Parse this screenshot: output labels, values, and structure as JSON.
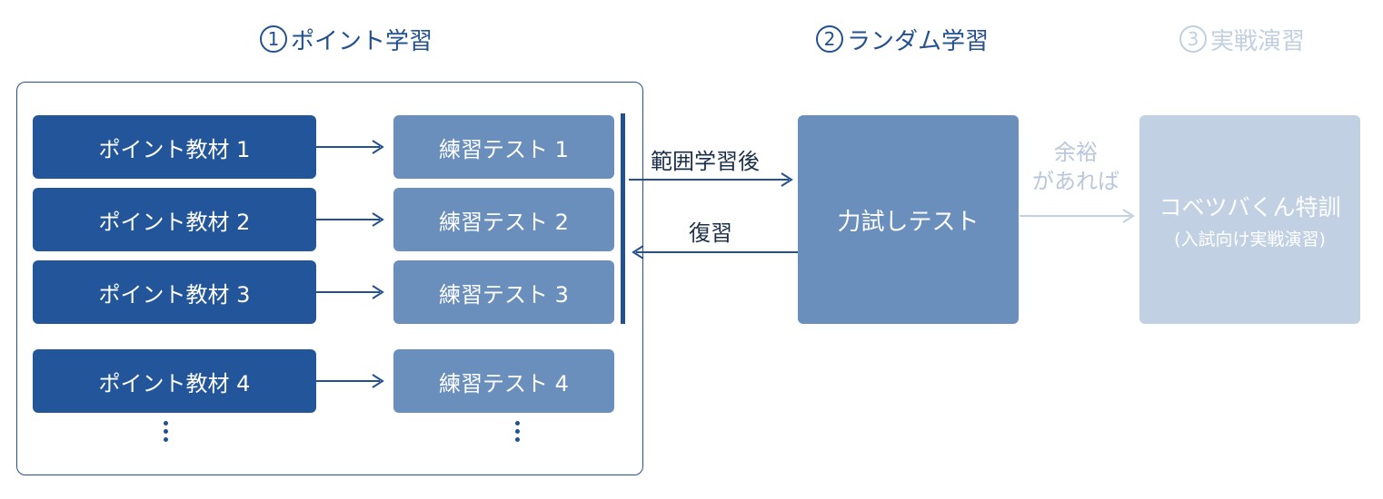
{
  "steps": [
    {
      "number": "1",
      "title": "ポイント学習"
    },
    {
      "number": "2",
      "title": "ランダム学習"
    },
    {
      "number": "3",
      "title": "実戦演習"
    }
  ],
  "materials": [
    "ポイント教材 1",
    "ポイント教材 2",
    "ポイント教材 3",
    "ポイント教材 4"
  ],
  "practice_tests": [
    "練習テスト 1",
    "練習テスト 2",
    "練習テスト 3",
    "練習テスト 4"
  ],
  "arrows": {
    "after_range": "範囲学習後",
    "review": "復習",
    "if_time_line1": "余裕",
    "if_time_line2": "があれば"
  },
  "test_box": {
    "label": "力試しテスト"
  },
  "special_box": {
    "title": "コベツバくん特訓",
    "subtitle": "(入試向け実戦演習)"
  },
  "colors": {
    "dark_blue": "#23559a",
    "mid_blue": "#6a8fbc",
    "light_blue": "#c1d0e2",
    "line": "#23508f",
    "disabled_text": "#c0cfe1"
  }
}
